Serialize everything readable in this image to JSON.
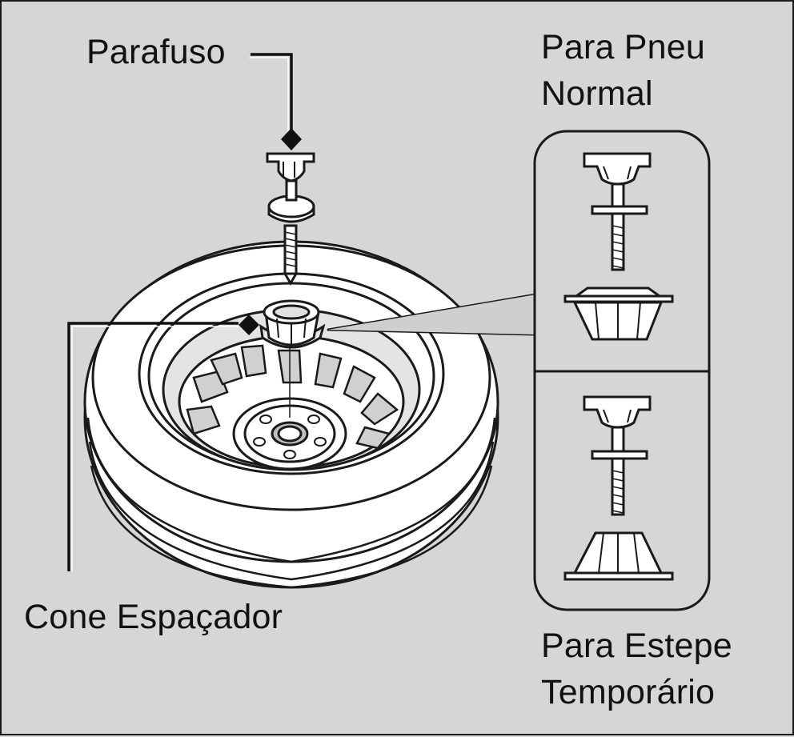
{
  "labels": {
    "bolt": "Parafuso",
    "cone": "Cone Espaçador",
    "normal_line1": "Para Pneu",
    "normal_line2": "Normal",
    "temp_line1": "Para Estepe",
    "temp_line2": "Temporário"
  },
  "colors": {
    "background": "#d6d6d6",
    "stroke": "#1a1a1a",
    "part_fill": "#ffffff",
    "shadow": "#cfcfcf"
  }
}
